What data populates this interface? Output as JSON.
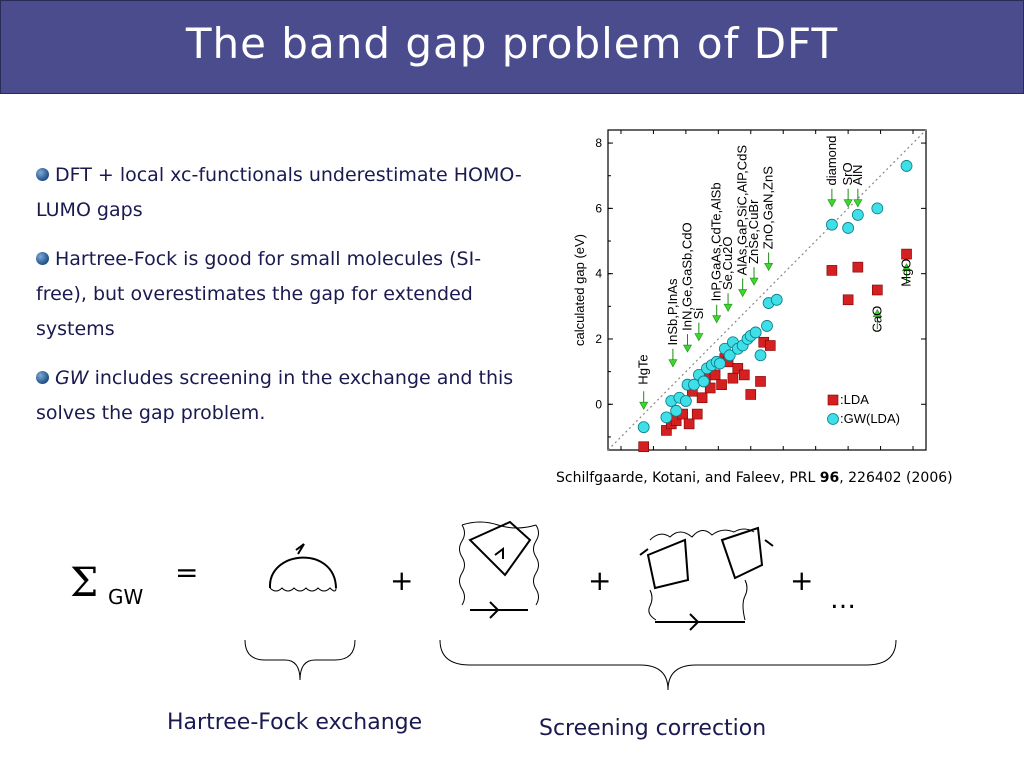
{
  "title": "The band gap problem of DFT",
  "bullets": [
    {
      "text": "DFT + local xc-functionals underestimate HOMO-LUMO gaps"
    },
    {
      "text": "Hartree-Fock is good for small molecules (SI-free), but overestimates the gap for extended systems"
    },
    {
      "em": "GW",
      "text": "includes screening in the exchange and this solves the gap problem."
    }
  ],
  "citation": {
    "authors": "Schilfgaarde, Kotani, and Faleev, PRL ",
    "volume": "96",
    "rest": ", 226402 (2006)"
  },
  "diagram": {
    "sigma": "Σ",
    "sub": "GW",
    "equals": "=",
    "plus": "+",
    "ellipsis": "…",
    "hf_label": "Hartree-Fock exchange",
    "screening_label": "Screening correction"
  },
  "colors": {
    "title_bg": "#4a4c8e",
    "text": "#1a1a50",
    "lda": "#d42020",
    "gw": "#3fdfe8",
    "arrow": "#3cd62e"
  },
  "chart_data": {
    "type": "scatter",
    "ylabel": "calculated gap (eV)",
    "ylim": [
      -1.4,
      8.4
    ],
    "xlim": [
      -1.4,
      8.4
    ],
    "yticks": [
      0,
      2,
      4,
      6,
      8
    ],
    "diagonal": "dotted line y = x",
    "legend": [
      "LDA",
      "GW(LDA)"
    ],
    "legend_position": "bottom-right",
    "series": [
      {
        "name": "LDA",
        "marker": "square",
        "color": "#d42020",
        "points": [
          [
            -0.3,
            -1.3
          ],
          [
            0.4,
            -0.8
          ],
          [
            0.55,
            -0.6
          ],
          [
            0.7,
            -0.5
          ],
          [
            0.9,
            -0.3
          ],
          [
            1.1,
            -0.6
          ],
          [
            1.2,
            0.4
          ],
          [
            1.35,
            -0.3
          ],
          [
            1.5,
            0.2
          ],
          [
            1.6,
            0.8
          ],
          [
            1.75,
            0.5
          ],
          [
            1.9,
            0.9
          ],
          [
            2.1,
            0.6
          ],
          [
            2.2,
            1.4
          ],
          [
            2.3,
            1.3
          ],
          [
            2.45,
            0.8
          ],
          [
            2.6,
            1.1
          ],
          [
            2.8,
            0.9
          ],
          [
            3.0,
            0.3
          ],
          [
            3.3,
            0.7
          ],
          [
            3.4,
            1.9
          ],
          [
            3.6,
            1.8
          ],
          [
            5.5,
            4.1
          ],
          [
            6.0,
            3.2
          ],
          [
            6.3,
            4.2
          ],
          [
            6.9,
            3.5
          ],
          [
            7.8,
            4.6
          ]
        ]
      },
      {
        "name": "GW(LDA)",
        "marker": "circle",
        "color": "#3fdfe8",
        "points": [
          [
            -0.3,
            -0.7
          ],
          [
            0.4,
            -0.4
          ],
          [
            0.55,
            0.1
          ],
          [
            0.7,
            -0.2
          ],
          [
            0.8,
            0.2
          ],
          [
            1.0,
            0.1
          ],
          [
            1.05,
            0.6
          ],
          [
            1.25,
            0.6
          ],
          [
            1.4,
            0.9
          ],
          [
            1.55,
            0.7
          ],
          [
            1.65,
            1.1
          ],
          [
            1.8,
            1.2
          ],
          [
            1.95,
            1.3
          ],
          [
            2.05,
            1.25
          ],
          [
            2.2,
            1.7
          ],
          [
            2.35,
            1.5
          ],
          [
            2.45,
            1.9
          ],
          [
            2.6,
            1.7
          ],
          [
            2.75,
            1.8
          ],
          [
            2.9,
            2.0
          ],
          [
            3.0,
            2.1
          ],
          [
            3.15,
            2.2
          ],
          [
            3.3,
            1.5
          ],
          [
            3.5,
            2.4
          ],
          [
            3.55,
            3.1
          ],
          [
            3.8,
            3.2
          ],
          [
            5.5,
            5.5
          ],
          [
            6.0,
            5.4
          ],
          [
            6.3,
            5.8
          ],
          [
            6.9,
            6.0
          ],
          [
            7.8,
            7.3
          ]
        ]
      }
    ],
    "annotations": [
      {
        "label": "HgTe",
        "x": -0.3
      },
      {
        "label": "InSb,P,InAs",
        "x": 0.6
      },
      {
        "label": "InN,Ge,GaSb,CdO",
        "x": 1.05
      },
      {
        "label": "Si",
        "x": 1.4
      },
      {
        "label": "InP,GaAs,CdTe,AlSb",
        "x": 1.95
      },
      {
        "label": "Se,Cu2O",
        "x": 2.3
      },
      {
        "label": "AlAs,GaP,SiC,AlP,CdS",
        "x": 2.75
      },
      {
        "label": "ZnSe,CuBr",
        "x": 3.1
      },
      {
        "label": "ZnO,GaN,ZnS",
        "x": 3.55
      },
      {
        "label": "diamond",
        "x": 5.5
      },
      {
        "label": "SrO",
        "x": 6.0
      },
      {
        "label": "AlN",
        "x": 6.3
      },
      {
        "label": "CaO",
        "x": 6.9
      },
      {
        "label": "MgO",
        "x": 7.8
      }
    ]
  }
}
